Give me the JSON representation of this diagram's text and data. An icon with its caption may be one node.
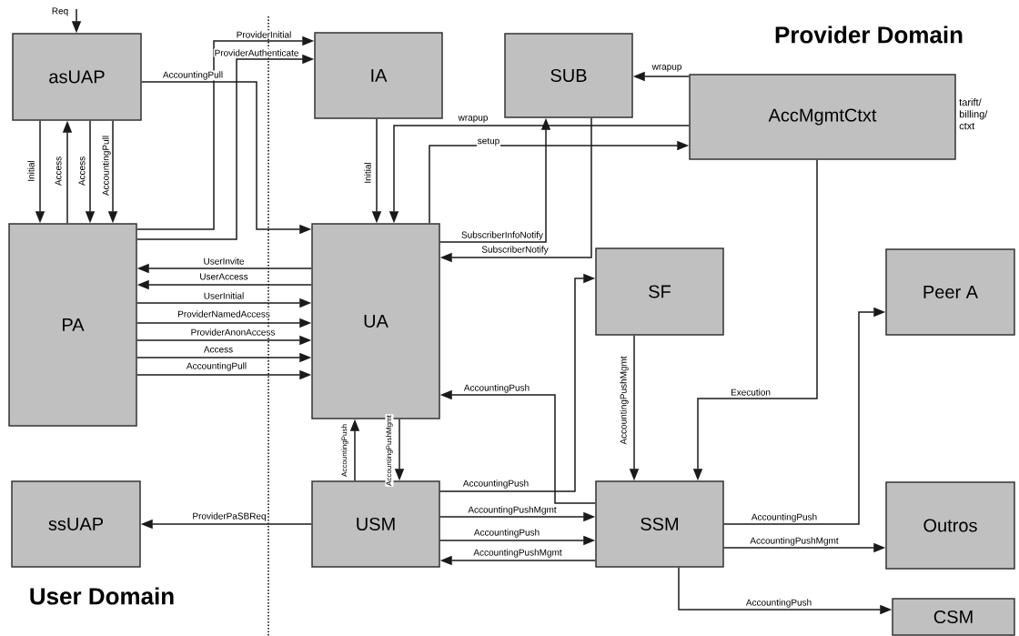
{
  "diagram": {
    "nodes": [
      {
        "text": [
          "asUAP"
        ]
      },
      {
        "text": [
          "IA"
        ]
      },
      {
        "text": [
          "SUB"
        ]
      },
      {
        "text": [
          "AccMgmtCtxt"
        ],
        "beside": [
          "tarift/ billing/ ctxt"
        ]
      },
      {
        "text": [
          "PA"
        ]
      },
      {
        "text": [
          "UA"
        ]
      },
      {
        "text": [
          "SF"
        ]
      },
      {
        "text": [
          "Peer A"
        ]
      },
      {
        "text": [
          "ssUAP"
        ]
      },
      {
        "text": [
          "USM"
        ]
      },
      {
        "text": [
          "SSM"
        ]
      },
      {
        "text": [
          "Outros"
        ]
      },
      {
        "text": [
          "CSM"
        ]
      }
    ],
    "edges": [
      {
        "from": null,
        "to": 0,
        "arrow": "to",
        "label": "Req"
      },
      {
        "from": 0,
        "to": 4,
        "arrow": "to",
        "label": "Initial"
      },
      {
        "from": 4,
        "to": 0,
        "arrow": "to",
        "label": "Access"
      },
      {
        "from": 0,
        "to": 4,
        "arrow": "to",
        "label": "Access"
      },
      {
        "from": 0,
        "to": 4,
        "arrow": "to",
        "label": "AccountingPull"
      },
      {
        "from": 4,
        "to": 1,
        "arrow": "to",
        "label": "ProviderInitial"
      },
      {
        "from": 4,
        "to": 1,
        "arrow": "to",
        "label": "ProviderAuthenticate"
      },
      {
        "from": 0,
        "to": 5,
        "arrow": "to",
        "label": "AccountingPull"
      },
      {
        "from": 1,
        "to": 5,
        "arrow": "to",
        "label": "Initial"
      },
      {
        "from": 3,
        "to": 5,
        "arrow": "to",
        "label": "wrapup"
      },
      {
        "from": 5,
        "to": 3,
        "arrow": "to",
        "label": "setup"
      },
      {
        "from": 3,
        "to": 2,
        "arrow": "to",
        "label": "wrapup"
      },
      {
        "from": 5,
        "to": 2,
        "arrow": "to",
        "label": "SubscriberInfoNotify"
      },
      {
        "from": 2,
        "to": 5,
        "arrow": "to",
        "label": "SubscriberNotify"
      },
      {
        "from": 5,
        "to": 4,
        "arrow": "to",
        "label": "UserInvite"
      },
      {
        "from": 5,
        "to": 4,
        "arrow": "to",
        "label": "UserAccess"
      },
      {
        "from": 4,
        "to": 5,
        "arrow": "to",
        "label": "UserInitial"
      },
      {
        "from": 4,
        "to": 5,
        "arrow": "to",
        "label": "ProviderNamedAccess"
      },
      {
        "from": 4,
        "to": 5,
        "arrow": "to",
        "label": "ProviderAnonAccess"
      },
      {
        "from": 4,
        "to": 5,
        "arrow": "to",
        "label": "Access"
      },
      {
        "from": 4,
        "to": 5,
        "arrow": "to",
        "label": "AccountingPull"
      },
      {
        "from": 10,
        "to": 5,
        "arrow": "to",
        "label": "AccountingPush"
      },
      {
        "from": 9,
        "to": 5,
        "arrow": "to",
        "label": "AccountingPush"
      },
      {
        "from": 5,
        "to": 9,
        "arrow": "to",
        "label": "AccountingPushMgmt"
      },
      {
        "from": 9,
        "to": 6,
        "arrow": "to",
        "label": "AccountingPush"
      },
      {
        "from": 9,
        "to": 10,
        "arrow": "to",
        "label": "AccountingPushMgmt"
      },
      {
        "from": 9,
        "to": 10,
        "arrow": "to",
        "label": "AccountingPush"
      },
      {
        "from": 10,
        "to": 9,
        "arrow": "to",
        "label": "AccountingPushMgmt"
      },
      {
        "from": 9,
        "to": 8,
        "arrow": "to",
        "label": "ProviderPaSBReq"
      },
      {
        "from": 6,
        "to": 10,
        "arrow": "to",
        "label": "AccountingPushMgmt"
      },
      {
        "from": 3,
        "to": 10,
        "arrow": "to",
        "label": "Execution"
      },
      {
        "from": 10,
        "to": 7,
        "arrow": "to",
        "label": "AccountingPush"
      },
      {
        "from": 10,
        "to": 11,
        "arrow": "to",
        "label": "AccountingPushMgmt"
      },
      {
        "from": 10,
        "to": 12,
        "arrow": "to",
        "label": "AccountingPush"
      }
    ],
    "labels": [
      "Provider Domain",
      "User Domain"
    ]
  }
}
